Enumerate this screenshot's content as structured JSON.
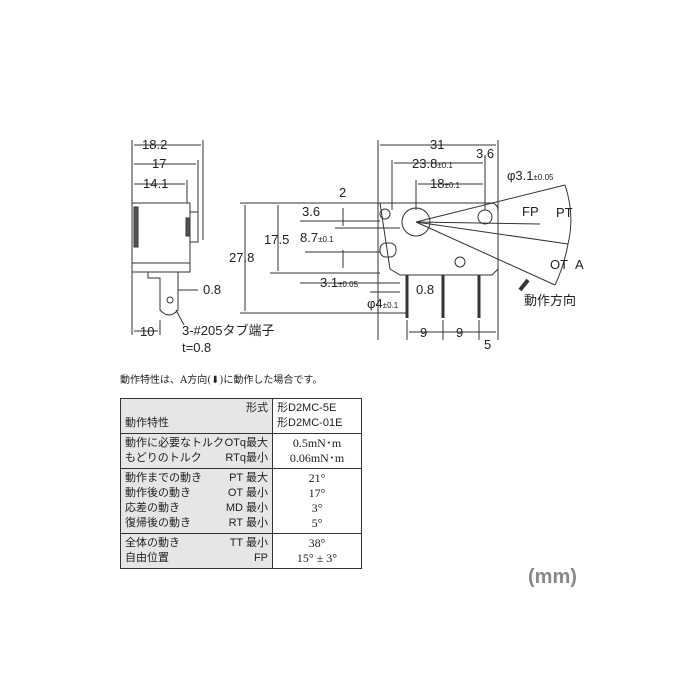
{
  "side_view": {
    "dim_18_2": "18.2",
    "dim_17": "17",
    "dim_14_1": "14.1",
    "dim_0_8": "0.8",
    "dim_10": "10",
    "terminal_note": "3-#205タブ端子",
    "thickness": "t=0.8"
  },
  "front_view": {
    "dim_31": "31",
    "dim_3_6_top": "3.6",
    "dim_23_8": "23.8",
    "tol_23_8": "±0.1",
    "dim_18": "18",
    "tol_18": "±0.1",
    "phi_3_1": "φ3.1",
    "tol_phi_3_1": "±0.05",
    "dim_2": "2",
    "dim_3_6": "3.6",
    "dim_8_7": "8.7",
    "tol_8_7": "±0.1",
    "dim_17_5": "17.5",
    "dim_27_8": "27.8",
    "dim_3_1": "3.1",
    "tol_3_1": "±0.05",
    "phi_4": "φ4",
    "tol_phi_4": "±0.1",
    "dim_0_8": "0.8",
    "dim_9a": "9",
    "dim_9b": "9",
    "dim_5": "5",
    "fp": "FP",
    "pt": "PT",
    "ot": "OT",
    "a": "A",
    "direction": "動作方向"
  },
  "caption": "動作特性は、A方向(⬇)に動作した場合です。",
  "table": {
    "header_type": "形式",
    "header_char": "動作特性",
    "models": [
      "形D2MC-5E",
      "形D2MC-01E"
    ],
    "groups": [
      [
        {
          "label": "動作に必要なトルク",
          "code": "OTq最大",
          "value": "0.5mN･m"
        },
        {
          "label": "もどりのトルク",
          "code": "RTq最小",
          "value": "0.06mN･m"
        }
      ],
      [
        {
          "label": "動作までの動き",
          "code": "PT 最大",
          "value": "21°"
        },
        {
          "label": "動作後の動き",
          "code": "OT 最小",
          "value": "17°"
        },
        {
          "label": "応差の動き",
          "code": "MD 最小",
          "value": "3°"
        },
        {
          "label": "復帰後の動き",
          "code": "RT 最小",
          "value": "5°"
        }
      ],
      [
        {
          "label": "全体の動き",
          "code": "TT 最小",
          "value": "38°"
        },
        {
          "label": "自由位置",
          "code": "FP",
          "value": "15° ± 3°"
        }
      ]
    ]
  },
  "unit": "(mm)"
}
